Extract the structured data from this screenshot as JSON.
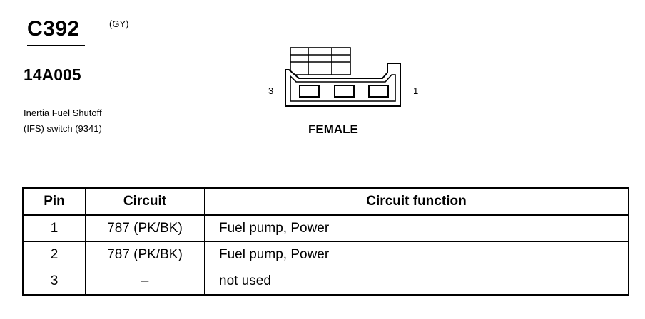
{
  "connector": {
    "id": "C392",
    "color_code": "(GY)",
    "part_number": "14A005",
    "description_line1": "Inertia Fuel Shutoff",
    "description_line2": "(IFS) switch (9341)",
    "gender": "FEMALE",
    "pin_label_left": "3",
    "pin_label_right": "1"
  },
  "table": {
    "headers": [
      "Pin",
      "Circuit",
      "Circuit function"
    ],
    "rows": [
      [
        "1",
        "787 (PK/BK)",
        "Fuel pump, Power"
      ],
      [
        "2",
        "787 (PK/BK)",
        "Fuel pump, Power"
      ],
      [
        "3",
        "–",
        "not used"
      ]
    ]
  }
}
